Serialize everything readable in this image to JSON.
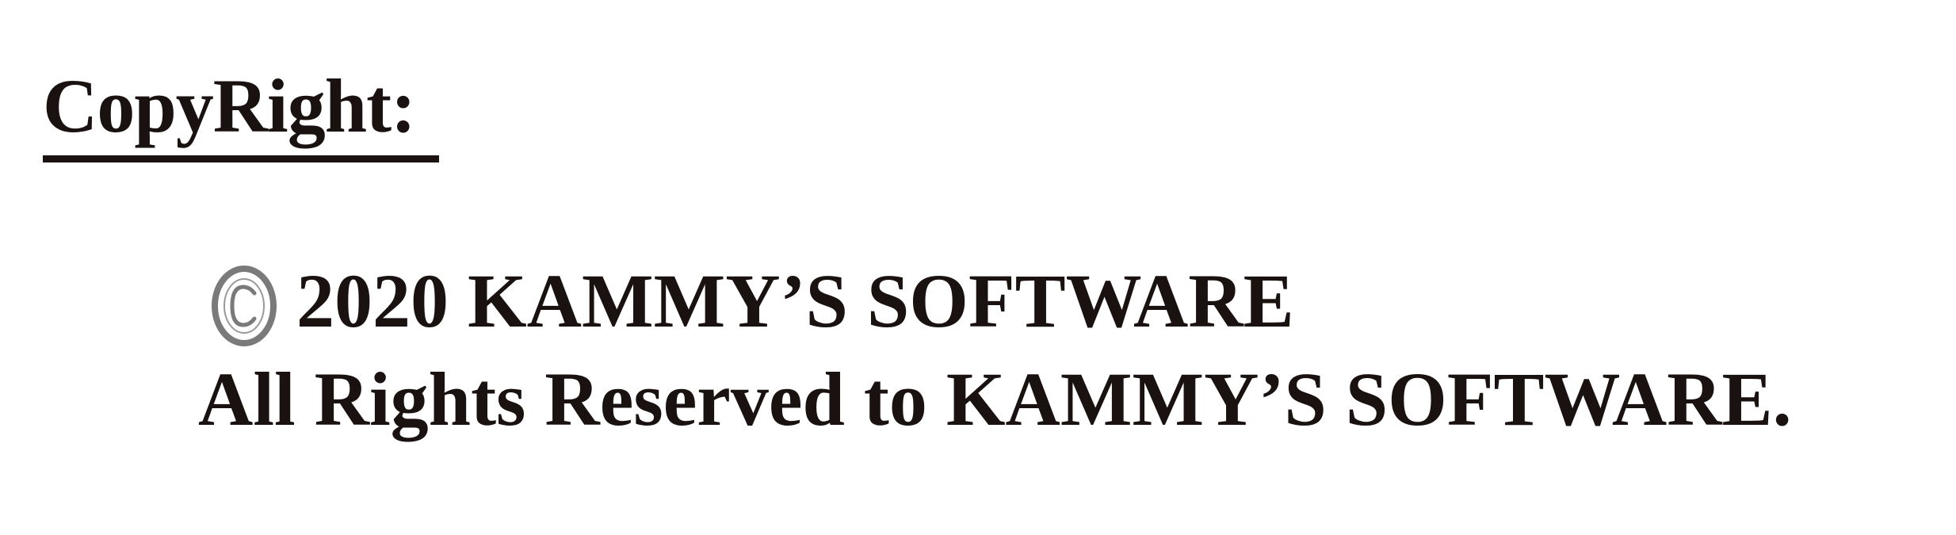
{
  "heading": {
    "text": "CopyRight:"
  },
  "notice": {
    "icon": "copyright-icon",
    "year_owner": "2020 KAMMY’S SOFTWARE",
    "rights": "All Rights Reserved to KAMMY’S SOFTWARE."
  },
  "colors": {
    "text": "#1a1210",
    "icon": "#7a7a7a",
    "background": "#ffffff"
  }
}
